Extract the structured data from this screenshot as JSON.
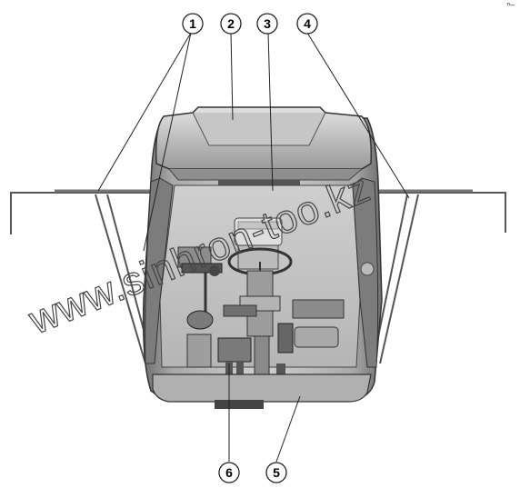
{
  "figure": {
    "callouts": [
      {
        "id": "1",
        "label": "1"
      },
      {
        "id": "2",
        "label": "2"
      },
      {
        "id": "3",
        "label": "3"
      },
      {
        "id": "4",
        "label": "4"
      },
      {
        "id": "5",
        "label": "5"
      },
      {
        "id": "6",
        "label": "6"
      }
    ],
    "watermark": "www.sinhron-too.kz",
    "corner_mark": "ⁿ–"
  }
}
